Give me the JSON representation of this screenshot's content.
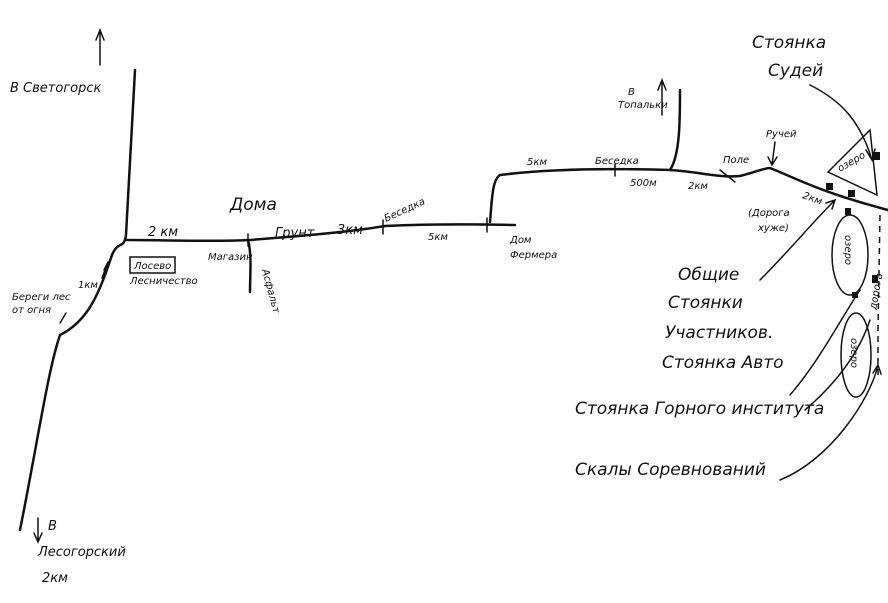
{
  "labels": {
    "svetogorsk": "В Светогорск",
    "doma": "Дома",
    "km2_a": "2 км",
    "grunt": "Грунт",
    "km3": "3км",
    "besedka1": "Беседка",
    "km5_a": "5км",
    "dom_fermera_1": "Дом",
    "dom_fermera_2": "Фермера",
    "losevo": "Лосево",
    "lesnichestvo": "Лесничество",
    "magazin": "Магазин",
    "asfalt": "Асфальт",
    "beregi_1": "Береги лес",
    "beregi_2": "от огня",
    "km1": "1км",
    "lesogorsky_1": "В",
    "lesogorsky_2": "Лесогорский",
    "lesogorsky_3": "2км",
    "km5_b": "5км",
    "besedka2": "Беседка",
    "m500": "500м",
    "km2_b": "2км",
    "pole": "Поле",
    "ruchei": "Ручей",
    "topalki_1": "В",
    "topalki_2": "Топальки",
    "km2_c": "2км",
    "doroga_huzhe_1": "(Дорога",
    "doroga_huzhe_2": "хуже)",
    "stoyanka_sudei_1": "Стоянка",
    "stoyanka_sudei_2": "Судей",
    "ozero1": "озеро",
    "ozero2": "озеро",
    "ozero3": "озеро",
    "doroga_right": "дорога",
    "obshie_1": "Общие",
    "obshie_2": "Стоянки",
    "obshie_3": "Участников.",
    "avto": "Стоянка Авто",
    "gorny": "Стоянка Горного института",
    "skaly": "Скалы Соревнований"
  }
}
